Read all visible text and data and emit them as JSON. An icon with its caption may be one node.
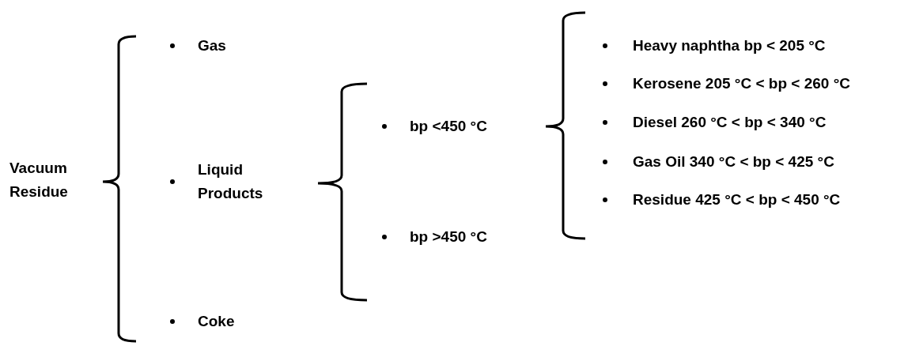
{
  "diagram": {
    "labels": [
      "Vacuum Residue",
      "Gas",
      "Liquid Products",
      "Coke",
      "bp <450 °C",
      "bp >450 °C",
      "Heavy naphtha bp < 205 °C",
      "Kerosene 205 °C < bp < 260 °C",
      "Diesel 260 °C < bp < 340 °C",
      "Gas Oil 340 °C < bp < 425 °C",
      "Residue 425 °C < bp < 450 °C"
    ]
  }
}
